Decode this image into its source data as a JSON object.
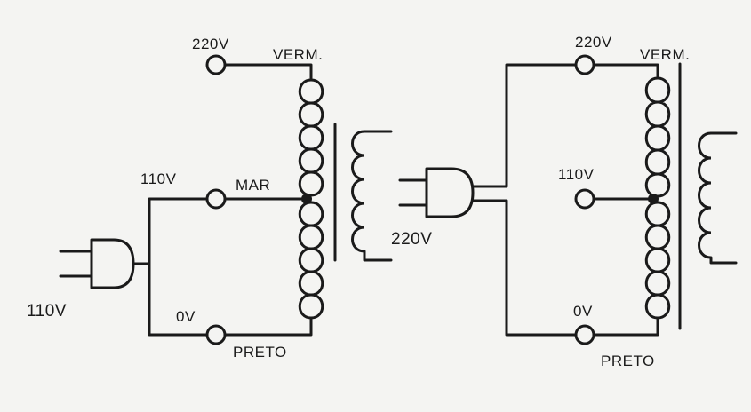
{
  "left_circuit": {
    "plug_label": "110V",
    "terminal_top_label": "220V",
    "terminal_mid_label": "110V",
    "terminal_bottom_label": "0V",
    "wire_top_label": "VERM.",
    "wire_mid_label": "MAR",
    "wire_bottom_label": "PRETO"
  },
  "right_circuit": {
    "plug_label": "220V",
    "terminal_top_label": "220V",
    "terminal_mid_label": "110V",
    "terminal_bottom_label": "0V",
    "wire_top_label": "VERM.",
    "wire_bottom_label": "PRETO"
  }
}
